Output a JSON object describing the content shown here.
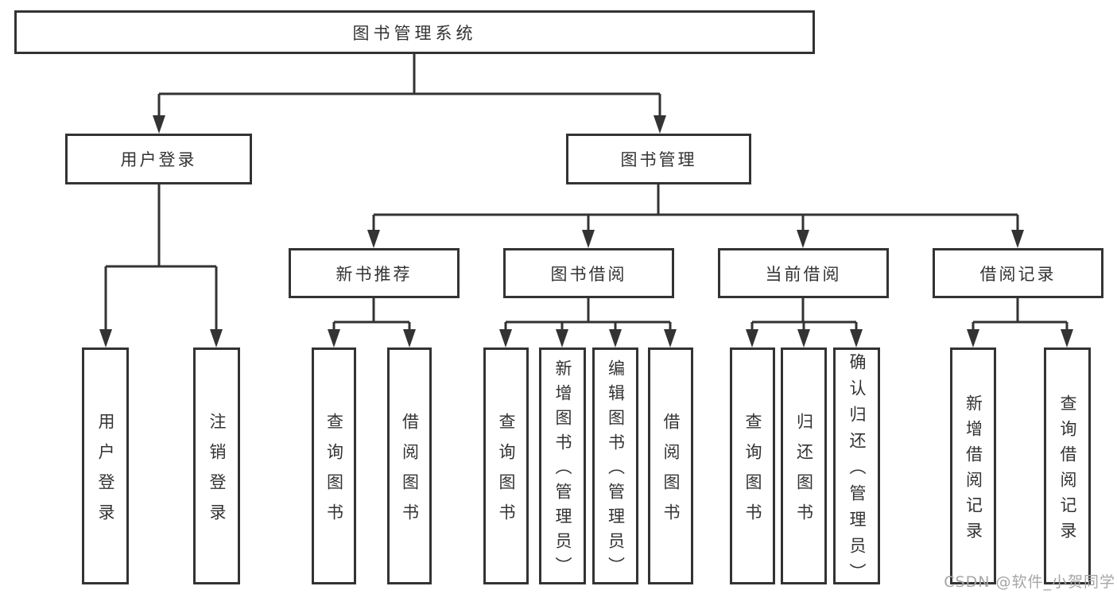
{
  "diagram": {
    "root": {
      "label": "图书管理系统",
      "children": [
        {
          "label": "用户登录",
          "children": [
            {
              "label": "用户登录"
            },
            {
              "label": "注销登录"
            }
          ]
        },
        {
          "label": "图书管理",
          "children": [
            {
              "label": "新书推荐",
              "children": [
                {
                  "label": "查询图书"
                },
                {
                  "label": "借阅图书"
                }
              ]
            },
            {
              "label": "图书借阅",
              "children": [
                {
                  "label": "查询图书"
                },
                {
                  "label": "新增图书（管理员）"
                },
                {
                  "label": "编辑图书（管理员）"
                },
                {
                  "label": "借阅图书"
                }
              ]
            },
            {
              "label": "当前借阅",
              "children": [
                {
                  "label": "查询图书"
                },
                {
                  "label": "归还图书"
                },
                {
                  "label": "确认归还（管理员）"
                }
              ]
            },
            {
              "label": "借阅记录",
              "children": [
                {
                  "label": "新增借阅记录"
                },
                {
                  "label": "查询借阅记录"
                }
              ]
            }
          ]
        }
      ]
    }
  },
  "watermark": {
    "text": "CSDN @软件_小贺同学"
  },
  "colors": {
    "line": "#333333",
    "text": "#333333",
    "watermark": "#a6a6a6"
  }
}
